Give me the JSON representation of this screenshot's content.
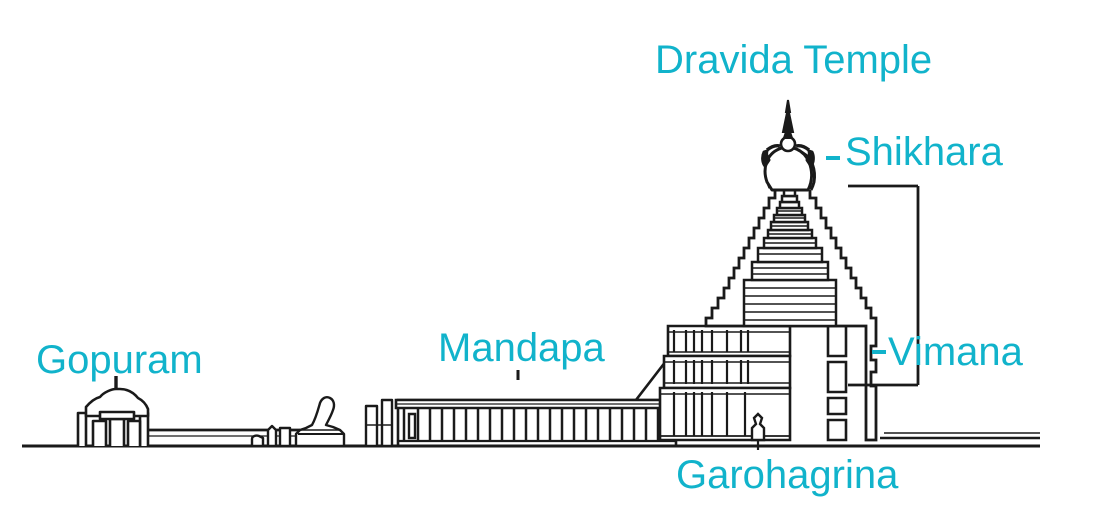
{
  "figure": {
    "kind": "architectural-line-drawing",
    "subject": "Dravida Temple elevation",
    "background_color": "#ffffff",
    "line_color": "#1a1a1a",
    "label_color": "#11b3cb"
  },
  "labels": {
    "title": "Dravida Temple",
    "shikhara": "Shikhara",
    "vimana": "Vimana",
    "mandapa": "Mandapa",
    "gopuram": "Gopuram",
    "garbhagriha": "Garohagrina"
  },
  "leaders": {
    "shikhara_dash": "-",
    "vimana_dash": "-",
    "mandapa_tick": "|",
    "gopuram_tick": "|",
    "garbhagriha_tick": "|"
  },
  "parts": [
    {
      "name": "gopuram",
      "label": "Gopuram",
      "description": "small domed entrance gateway at the far left of the temple enclosure"
    },
    {
      "name": "mandapa",
      "label": "Mandapa",
      "description": "long pillared hall colonnade in the middle of the complex"
    },
    {
      "name": "vimana",
      "label": "Vimana",
      "description": "tall tiered tower rising over the sanctum at the right"
    },
    {
      "name": "shikhara",
      "label": "Shikhara",
      "description": "crowning bulbous finial with kalasha spire at the apex of the vimana"
    },
    {
      "name": "garbhagriha",
      "label": "Garohagrina",
      "description": "inner sanctum at the base of the vimana"
    }
  ]
}
